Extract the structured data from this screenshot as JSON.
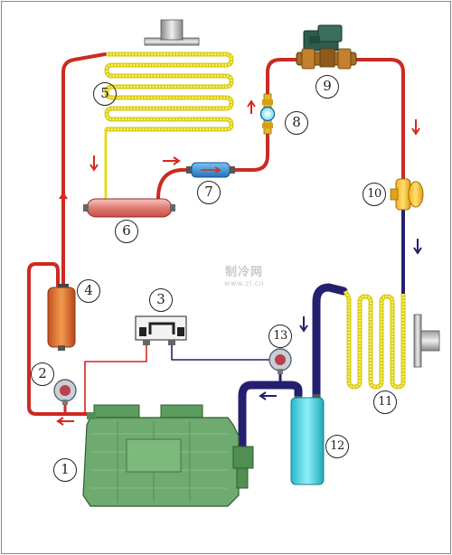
{
  "colors": {
    "hot_pipe": "#cc2a22",
    "cold_pipe": "#24206f",
    "coil": "#f2e41c",
    "compressor": "#6faa70",
    "flow_arrow_red": "#d9281e",
    "flow_arrow_blue": "#22206a"
  },
  "labels": {
    "c1": "1",
    "c2": "2",
    "c3": "3",
    "c4": "4",
    "c5": "5",
    "c6": "6",
    "c7": "7",
    "c8": "8",
    "c9": "9",
    "c10": "10",
    "c11": "11",
    "c12": "12",
    "c13": "13"
  },
  "watermark": {
    "main": "制冷网",
    "sub": "www.zl.cn"
  },
  "icons": {
    "compressor": "compressor-icon",
    "pressure_gauge": "pressure-gauge-icon",
    "pressure_switch": "pressure-switch-icon",
    "oil_separator": "oil-separator-icon",
    "condenser": "condenser-coil-icon",
    "receiver": "liquid-receiver-icon",
    "filter_drier": "filter-drier-icon",
    "sight_glass": "sight-glass-icon",
    "solenoid_valve": "solenoid-valve-icon",
    "expansion_valve": "expansion-valve-icon",
    "evaporator": "evaporator-coil-icon",
    "accumulator": "gas-liquid-separator-icon",
    "fan": "fan-icon"
  }
}
